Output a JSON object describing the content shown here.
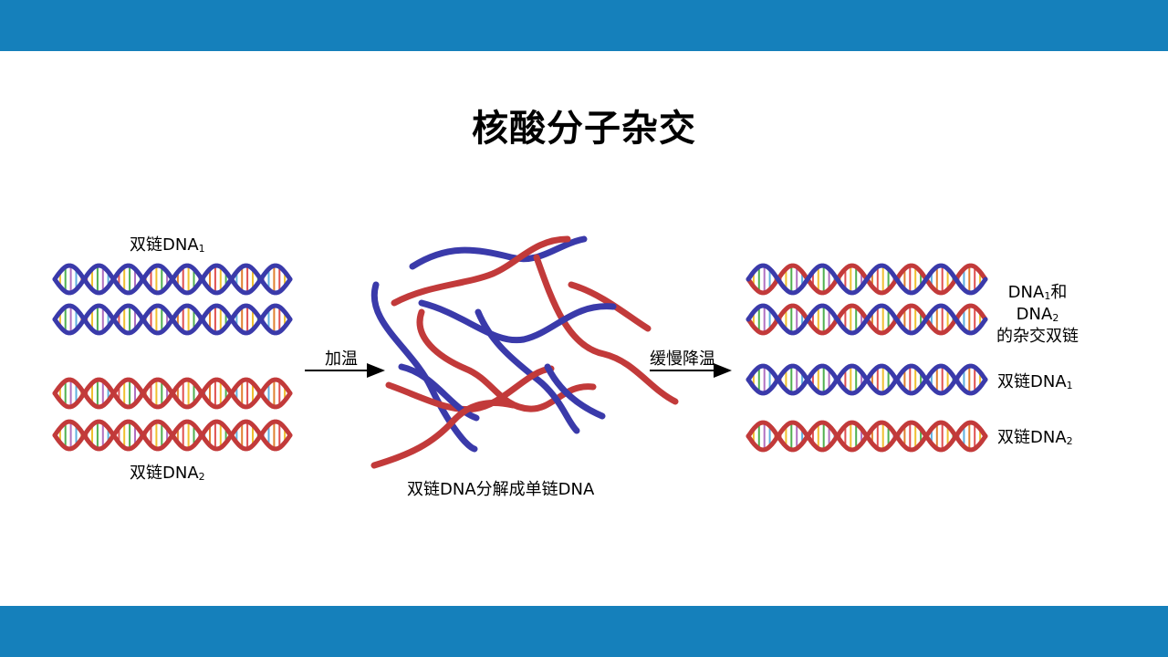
{
  "slide": {
    "title": "核酸分子杂交",
    "colors": {
      "band": "#1580bb",
      "strand_blue": "#3a3aaa",
      "strand_red": "#c23a3a"
    },
    "left": {
      "dna1": {
        "prefix": "双链DNA",
        "sub": "1"
      },
      "dna2": {
        "prefix": "双链DNA",
        "sub": "2"
      }
    },
    "steps": {
      "heat": "加温",
      "cool": "缓慢降温"
    },
    "middle": {
      "caption": "双链DNA分解成单链DNA"
    },
    "right": {
      "hybrid": {
        "line1_prefix": "DNA",
        "line1_sub": "1",
        "line1_suffix": "和",
        "line2_prefix": "DNA",
        "line2_sub": "2",
        "line3": "的杂交双链"
      },
      "dna1": {
        "prefix": "双链DNA",
        "sub": "1"
      },
      "dna2": {
        "prefix": "双链DNA",
        "sub": "2"
      }
    }
  }
}
